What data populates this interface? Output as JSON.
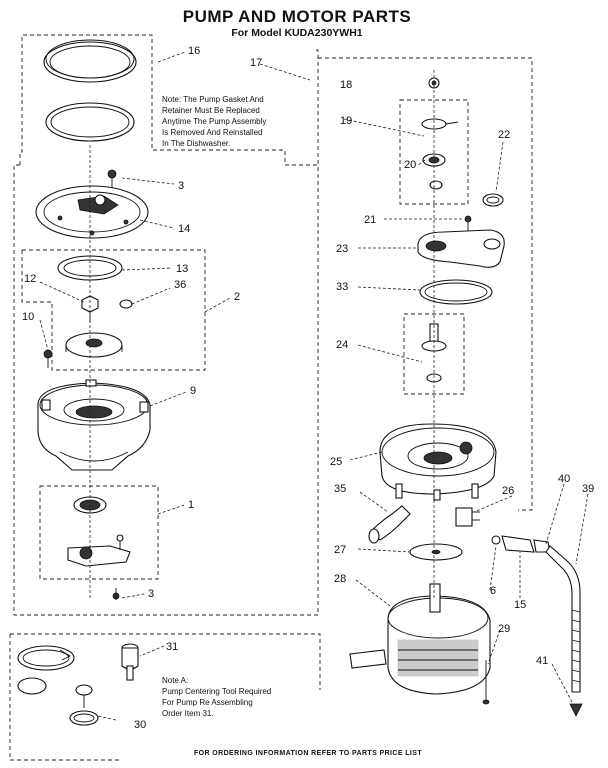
{
  "header": {
    "title": "PUMP AND MOTOR PARTS",
    "subtitle": "For Model KUDA230YWH1"
  },
  "notes": {
    "gasket_lines": [
      "Note: The Pump Gasket  And",
      "Retainer Must Be Replaced",
      "Anytime The Pump Assembly",
      "Is  Removed And Reinstalled",
      "In The Dishwasher."
    ],
    "tool_lines": [
      "Note A:",
      "Pump Centering Tool Required",
      "For Pump Re Assembling",
      "Order Item 31."
    ]
  },
  "callouts": {
    "c1": "1",
    "c2": "2",
    "c3a": "3",
    "c3b": "3",
    "c6": "6",
    "c9": "9",
    "c10": "10",
    "c12": "12",
    "c13": "13",
    "c14": "14",
    "c15": "15",
    "c16": "16",
    "c17": "17",
    "c18": "18",
    "c19": "19",
    "c20": "20",
    "c21": "21",
    "c22": "22",
    "c23": "23",
    "c24": "24",
    "c25": "25",
    "c26": "26",
    "c27": "27",
    "c28": "28",
    "c29": "29",
    "c30": "30",
    "c31": "31",
    "c33": "33",
    "c35": "35",
    "c36": "36",
    "c39": "39",
    "c40": "40",
    "c41": "41"
  },
  "footer": "FOR ORDERING INFORMATION REFER TO PARTS PRICE LIST"
}
